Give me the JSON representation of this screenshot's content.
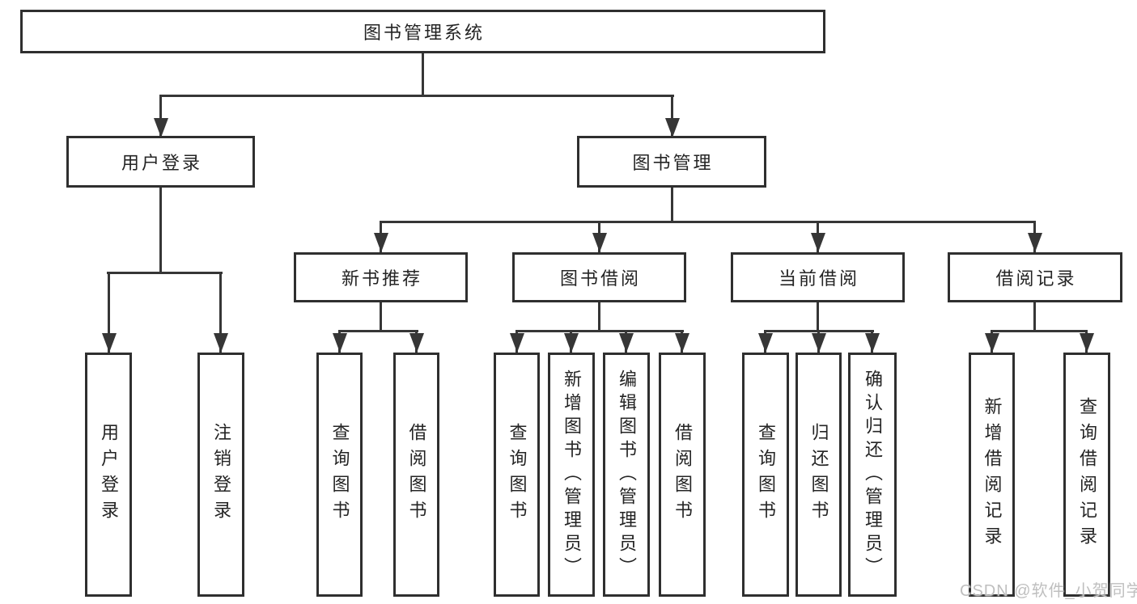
{
  "tree": {
    "label": "图书管理系统",
    "children": [
      {
        "label": "用户登录",
        "children": [
          {
            "label": "用户登录"
          },
          {
            "label": "注销登录"
          }
        ]
      },
      {
        "label": "图书管理",
        "children": [
          {
            "label": "新书推荐",
            "children": [
              {
                "label": "查询图书"
              },
              {
                "label": "借阅图书"
              }
            ]
          },
          {
            "label": "图书借阅",
            "children": [
              {
                "label": "查询图书"
              },
              {
                "label": "新增图书（管理员）"
              },
              {
                "label": "编辑图书（管理员）"
              },
              {
                "label": "借阅图书"
              }
            ]
          },
          {
            "label": "当前借阅",
            "children": [
              {
                "label": "查询图书"
              },
              {
                "label": "归还图书"
              },
              {
                "label": "确认归还（管理员）"
              }
            ]
          },
          {
            "label": "借阅记录",
            "children": [
              {
                "label": "新增借阅记录"
              },
              {
                "label": "查询借阅记录"
              }
            ]
          }
        ]
      }
    ]
  },
  "watermark": {
    "text": "CSDN @软件_小贺同学",
    "color": "#bfbfbf"
  },
  "colors": {
    "line": "#363636",
    "box_border": "#2f2f2f",
    "box_fill": "#ffffff",
    "text": "#242424",
    "background": "#ffffff"
  }
}
